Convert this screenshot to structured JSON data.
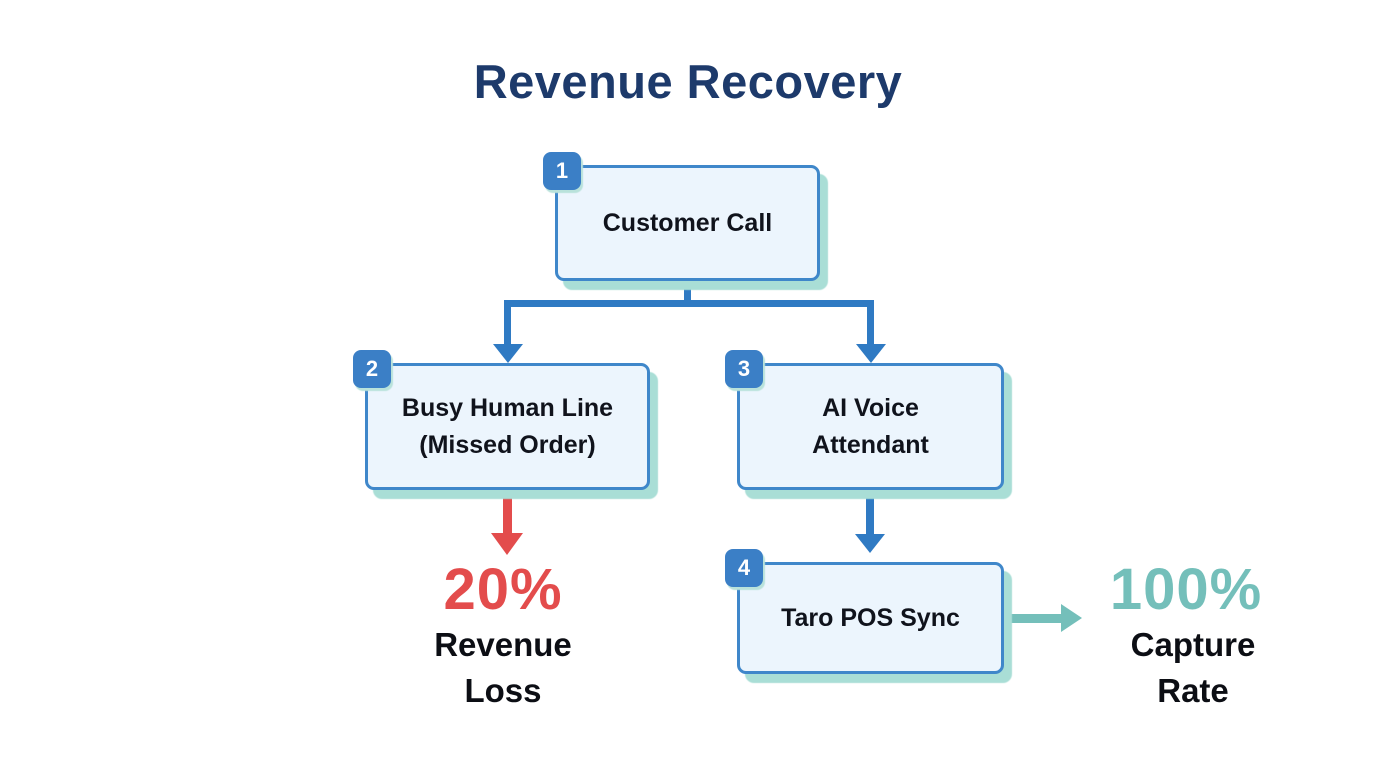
{
  "title": "Revenue Recovery",
  "colors": {
    "title_text": "#1d3a6b",
    "node_fill": "#ecf5fd",
    "node_border": "#3f87ca",
    "node_shadow": "#a9ded6",
    "badge_bg": "#3b7fc6",
    "connector_blue": "#2f7ac3",
    "loss_red": "#e34c4c",
    "capture_teal": "#74bfba"
  },
  "nodes": {
    "customer_call": {
      "badge": "1",
      "label": "Customer Call"
    },
    "busy_line": {
      "badge": "2",
      "label_line1": "Busy Human Line",
      "label_line2": "(Missed Order)"
    },
    "ai_voice": {
      "badge": "3",
      "label_line1": "AI Voice",
      "label_line2": "Attendant"
    },
    "taro_pos": {
      "badge": "4",
      "label": "Taro POS Sync"
    }
  },
  "outcomes": {
    "loss": {
      "value": "20%",
      "label_line1": "Revenue",
      "label_line2": "Loss"
    },
    "capture": {
      "value": "100%",
      "label_line1": "Capture",
      "label_line2": "Rate"
    }
  }
}
